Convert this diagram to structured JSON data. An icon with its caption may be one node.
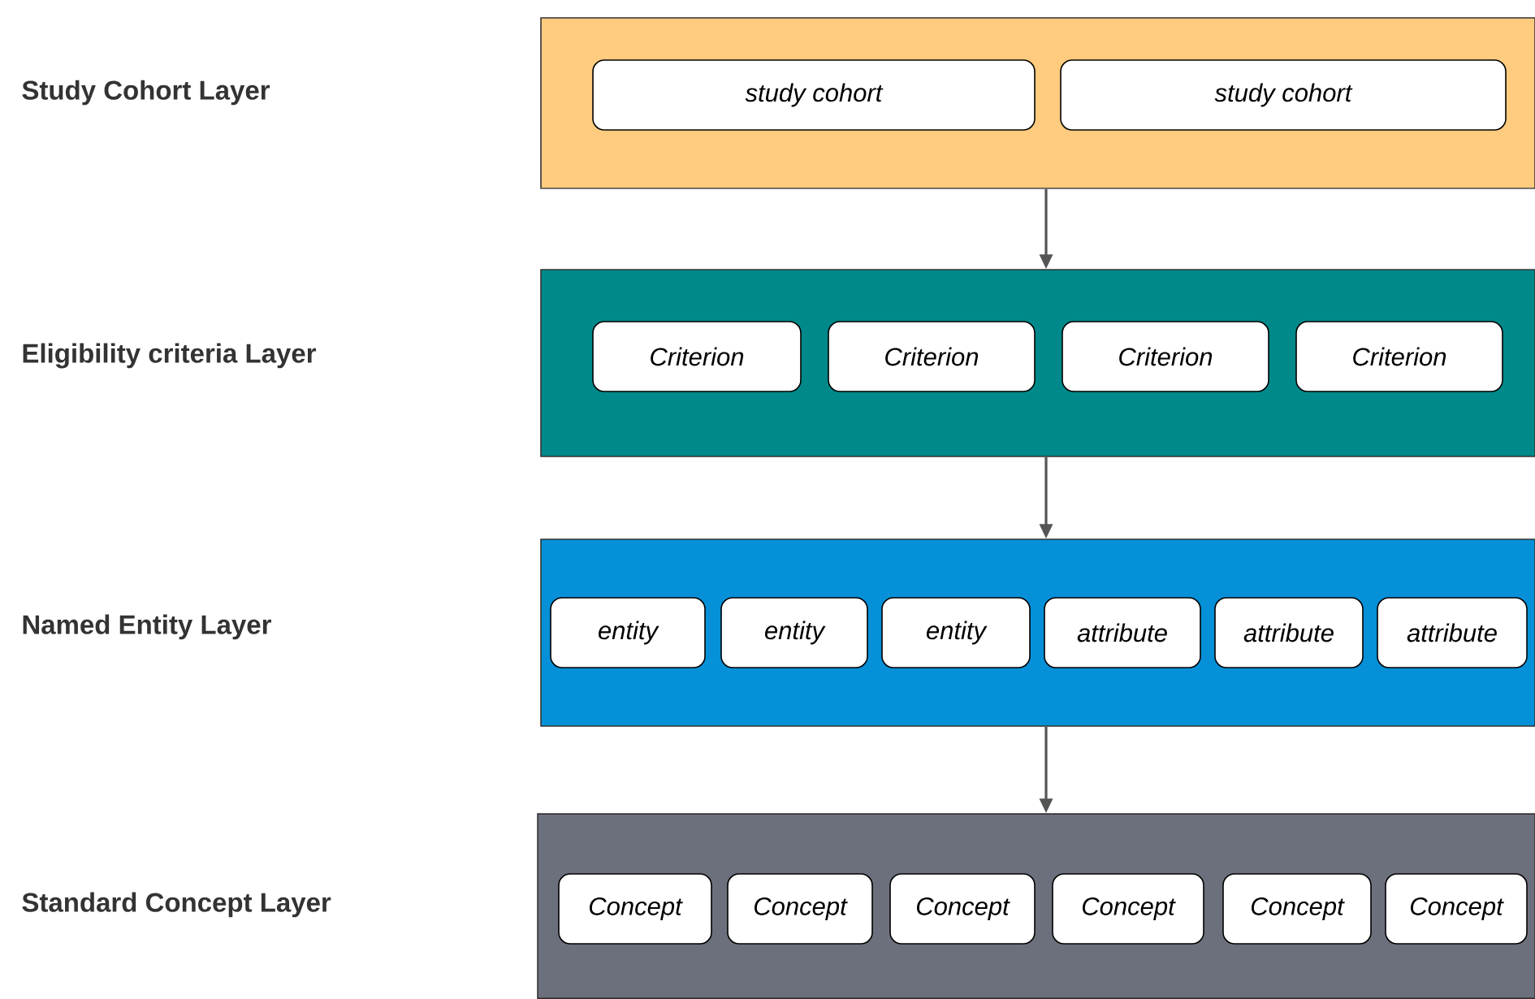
{
  "diagram": {
    "nodes": [
      {
        "text": [],
        "shape": "box"
      },
      {
        "text": [
          "study cohort"
        ],
        "in": 0
      },
      {
        "text": [
          "study cohort"
        ],
        "in": 0
      },
      {
        "text": [],
        "shape": "box"
      },
      {
        "text": [
          "Criterion"
        ],
        "in": 3
      },
      {
        "text": [
          "Criterion"
        ],
        "in": 3
      },
      {
        "text": [
          "Criterion"
        ],
        "in": 3
      },
      {
        "text": [
          "Criterion"
        ],
        "in": 3
      },
      {
        "text": [],
        "shape": "box"
      },
      {
        "text": [
          "entity"
        ],
        "in": 8
      },
      {
        "text": [
          "entity"
        ],
        "in": 8
      },
      {
        "text": [
          "entity"
        ],
        "in": 8
      },
      {
        "text": [
          "attribute"
        ],
        "in": 8
      },
      {
        "text": [
          "attribute"
        ],
        "in": 8
      },
      {
        "text": [
          "attribute"
        ],
        "in": 8
      },
      {
        "text": [],
        "shape": "box"
      },
      {
        "text": [
          "Concept"
        ],
        "in": 15
      },
      {
        "text": [
          "Concept"
        ],
        "in": 15
      },
      {
        "text": [
          "Concept"
        ],
        "in": 15
      },
      {
        "text": [
          "Concept"
        ],
        "in": 15
      },
      {
        "text": [
          "Concept"
        ],
        "in": 15
      },
      {
        "text": [
          "Concept"
        ],
        "in": 15
      }
    ],
    "edges": [
      {
        "from": 0,
        "to": 3,
        "arrow": "to"
      },
      {
        "from": 3,
        "to": 8,
        "arrow": "to"
      },
      {
        "from": 8,
        "to": 15,
        "arrow": "to"
      }
    ],
    "labels": [
      "Study Cohort Layer",
      "Eligibility criteria Layer",
      "Named Entity Layer",
      "Standard Concept Layer"
    ]
  }
}
